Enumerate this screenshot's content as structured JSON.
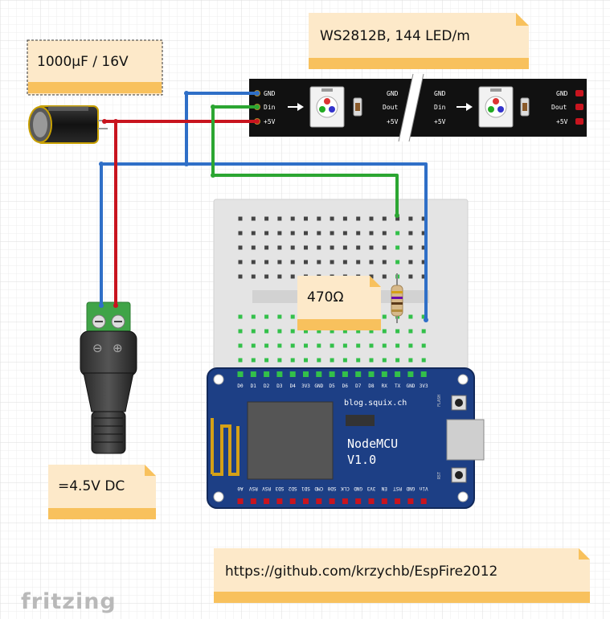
{
  "notes": {
    "capacitor": "1000µF / 16V",
    "strip": "WS2812B, 144 LED/m",
    "resistor": "470Ω",
    "power": "=4.5V DC",
    "link": "https://github.com/krzychb/EspFire2012"
  },
  "strip_pins": {
    "left": [
      "GND",
      "Din",
      "+5V"
    ],
    "middle_out": [
      "GND",
      "Dout",
      "+5V"
    ],
    "middle_in": [
      "GND",
      "Din",
      "+5V"
    ],
    "right": [
      "GND",
      "Dout",
      "+5V"
    ]
  },
  "nodemcu": {
    "site": "blog.squix.ch",
    "name": "NodeMCU",
    "version": "V1.0",
    "flash_label": "FLASH",
    "rst_label": "RST",
    "top_pins": [
      "D0",
      "D1",
      "D2",
      "D3",
      "D4",
      "3V3",
      "GND",
      "D5",
      "D6",
      "D7",
      "D8",
      "RX",
      "TX",
      "GND",
      "3V3"
    ],
    "bottom_pins": [
      "A0",
      "RSV",
      "RSV",
      "SD3",
      "SD2",
      "SD1",
      "CMD",
      "SD0",
      "CLK",
      "GND",
      "3V3",
      "EN",
      "RST",
      "GND",
      "Vin"
    ]
  },
  "jack": {
    "minus": "⊖",
    "plus": "⊕"
  },
  "logo": "fritzing",
  "colors": {
    "blue": "#2f6fc7",
    "red": "#c8141e",
    "green": "#2ca632",
    "note": "#fde9c9",
    "note_bar": "#f8c15d"
  }
}
